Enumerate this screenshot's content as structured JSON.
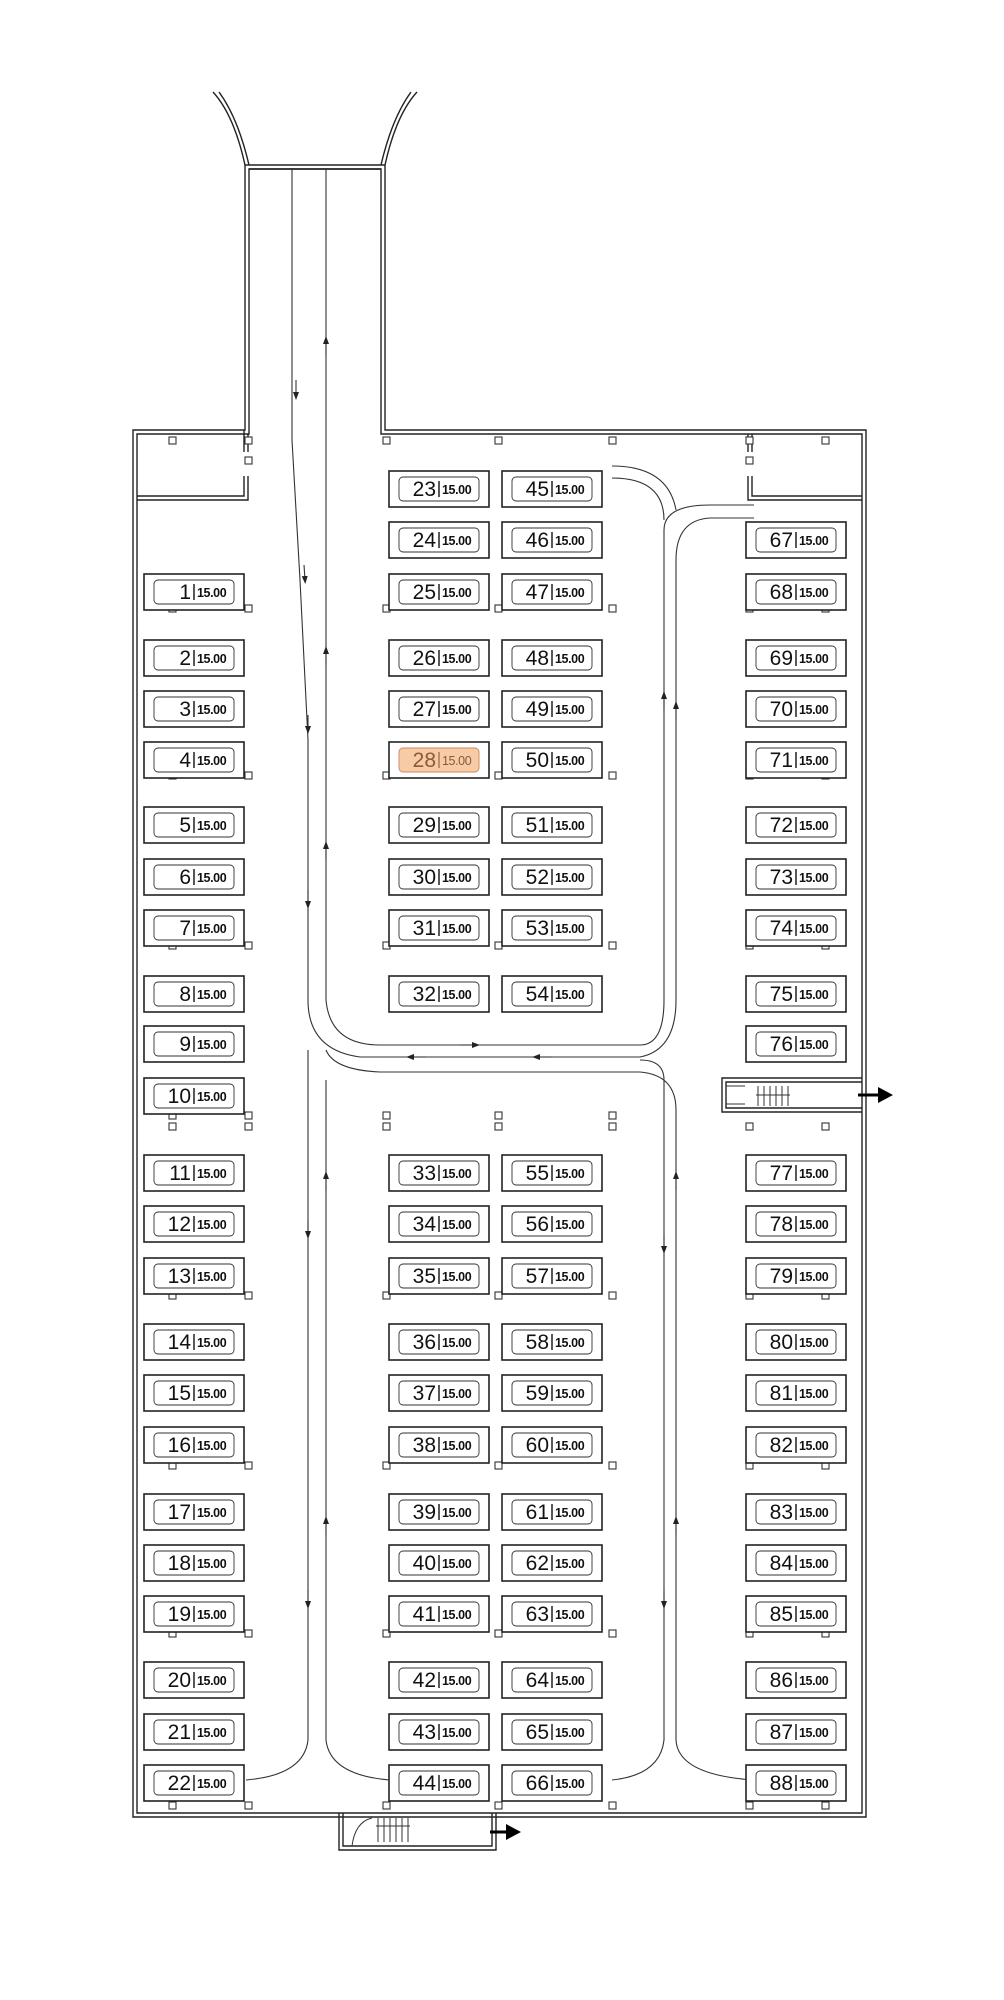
{
  "plan": {
    "selected_stall": "28",
    "colors": {
      "selected_fill": "#f6cba6",
      "line": "#222222"
    },
    "icons": [
      "exit-arrow-icon",
      "stairs-icon",
      "direction-arrow-icon"
    ],
    "stalls": [
      {
        "id": "1",
        "price": "15.00"
      },
      {
        "id": "2",
        "price": "15.00"
      },
      {
        "id": "3",
        "price": "15.00"
      },
      {
        "id": "4",
        "price": "15.00"
      },
      {
        "id": "5",
        "price": "15.00"
      },
      {
        "id": "6",
        "price": "15.00"
      },
      {
        "id": "7",
        "price": "15.00"
      },
      {
        "id": "8",
        "price": "15.00"
      },
      {
        "id": "9",
        "price": "15.00"
      },
      {
        "id": "10",
        "price": "15.00"
      },
      {
        "id": "11",
        "price": "15.00"
      },
      {
        "id": "12",
        "price": "15.00"
      },
      {
        "id": "13",
        "price": "15.00"
      },
      {
        "id": "14",
        "price": "15.00"
      },
      {
        "id": "15",
        "price": "15.00"
      },
      {
        "id": "16",
        "price": "15.00"
      },
      {
        "id": "17",
        "price": "15.00"
      },
      {
        "id": "18",
        "price": "15.00"
      },
      {
        "id": "19",
        "price": "15.00"
      },
      {
        "id": "20",
        "price": "15.00"
      },
      {
        "id": "21",
        "price": "15.00"
      },
      {
        "id": "22",
        "price": "15.00"
      },
      {
        "id": "23",
        "price": "15.00"
      },
      {
        "id": "24",
        "price": "15.00"
      },
      {
        "id": "25",
        "price": "15.00"
      },
      {
        "id": "26",
        "price": "15.00"
      },
      {
        "id": "27",
        "price": "15.00"
      },
      {
        "id": "28",
        "price": "15.00"
      },
      {
        "id": "29",
        "price": "15.00"
      },
      {
        "id": "30",
        "price": "15.00"
      },
      {
        "id": "31",
        "price": "15.00"
      },
      {
        "id": "32",
        "price": "15.00"
      },
      {
        "id": "33",
        "price": "15.00"
      },
      {
        "id": "34",
        "price": "15.00"
      },
      {
        "id": "35",
        "price": "15.00"
      },
      {
        "id": "36",
        "price": "15.00"
      },
      {
        "id": "37",
        "price": "15.00"
      },
      {
        "id": "38",
        "price": "15.00"
      },
      {
        "id": "39",
        "price": "15.00"
      },
      {
        "id": "40",
        "price": "15.00"
      },
      {
        "id": "41",
        "price": "15.00"
      },
      {
        "id": "42",
        "price": "15.00"
      },
      {
        "id": "43",
        "price": "15.00"
      },
      {
        "id": "44",
        "price": "15.00"
      },
      {
        "id": "45",
        "price": "15.00"
      },
      {
        "id": "46",
        "price": "15.00"
      },
      {
        "id": "47",
        "price": "15.00"
      },
      {
        "id": "48",
        "price": "15.00"
      },
      {
        "id": "49",
        "price": "15.00"
      },
      {
        "id": "50",
        "price": "15.00"
      },
      {
        "id": "51",
        "price": "15.00"
      },
      {
        "id": "52",
        "price": "15.00"
      },
      {
        "id": "53",
        "price": "15.00"
      },
      {
        "id": "54",
        "price": "15.00"
      },
      {
        "id": "55",
        "price": "15.00"
      },
      {
        "id": "56",
        "price": "15.00"
      },
      {
        "id": "57",
        "price": "15.00"
      },
      {
        "id": "58",
        "price": "15.00"
      },
      {
        "id": "59",
        "price": "15.00"
      },
      {
        "id": "60",
        "price": "15.00"
      },
      {
        "id": "61",
        "price": "15.00"
      },
      {
        "id": "62",
        "price": "15.00"
      },
      {
        "id": "63",
        "price": "15.00"
      },
      {
        "id": "64",
        "price": "15.00"
      },
      {
        "id": "65",
        "price": "15.00"
      },
      {
        "id": "66",
        "price": "15.00"
      },
      {
        "id": "67",
        "price": "15.00"
      },
      {
        "id": "68",
        "price": "15.00"
      },
      {
        "id": "69",
        "price": "15.00"
      },
      {
        "id": "70",
        "price": "15.00"
      },
      {
        "id": "71",
        "price": "15.00"
      },
      {
        "id": "72",
        "price": "15.00"
      },
      {
        "id": "73",
        "price": "15.00"
      },
      {
        "id": "74",
        "price": "15.00"
      },
      {
        "id": "75",
        "price": "15.00"
      },
      {
        "id": "76",
        "price": "15.00"
      },
      {
        "id": "77",
        "price": "15.00"
      },
      {
        "id": "78",
        "price": "15.00"
      },
      {
        "id": "79",
        "price": "15.00"
      },
      {
        "id": "80",
        "price": "15.00"
      },
      {
        "id": "81",
        "price": "15.00"
      },
      {
        "id": "82",
        "price": "15.00"
      },
      {
        "id": "83",
        "price": "15.00"
      },
      {
        "id": "84",
        "price": "15.00"
      },
      {
        "id": "85",
        "price": "15.00"
      },
      {
        "id": "86",
        "price": "15.00"
      },
      {
        "id": "87",
        "price": "15.00"
      },
      {
        "id": "88",
        "price": "15.00"
      }
    ]
  }
}
